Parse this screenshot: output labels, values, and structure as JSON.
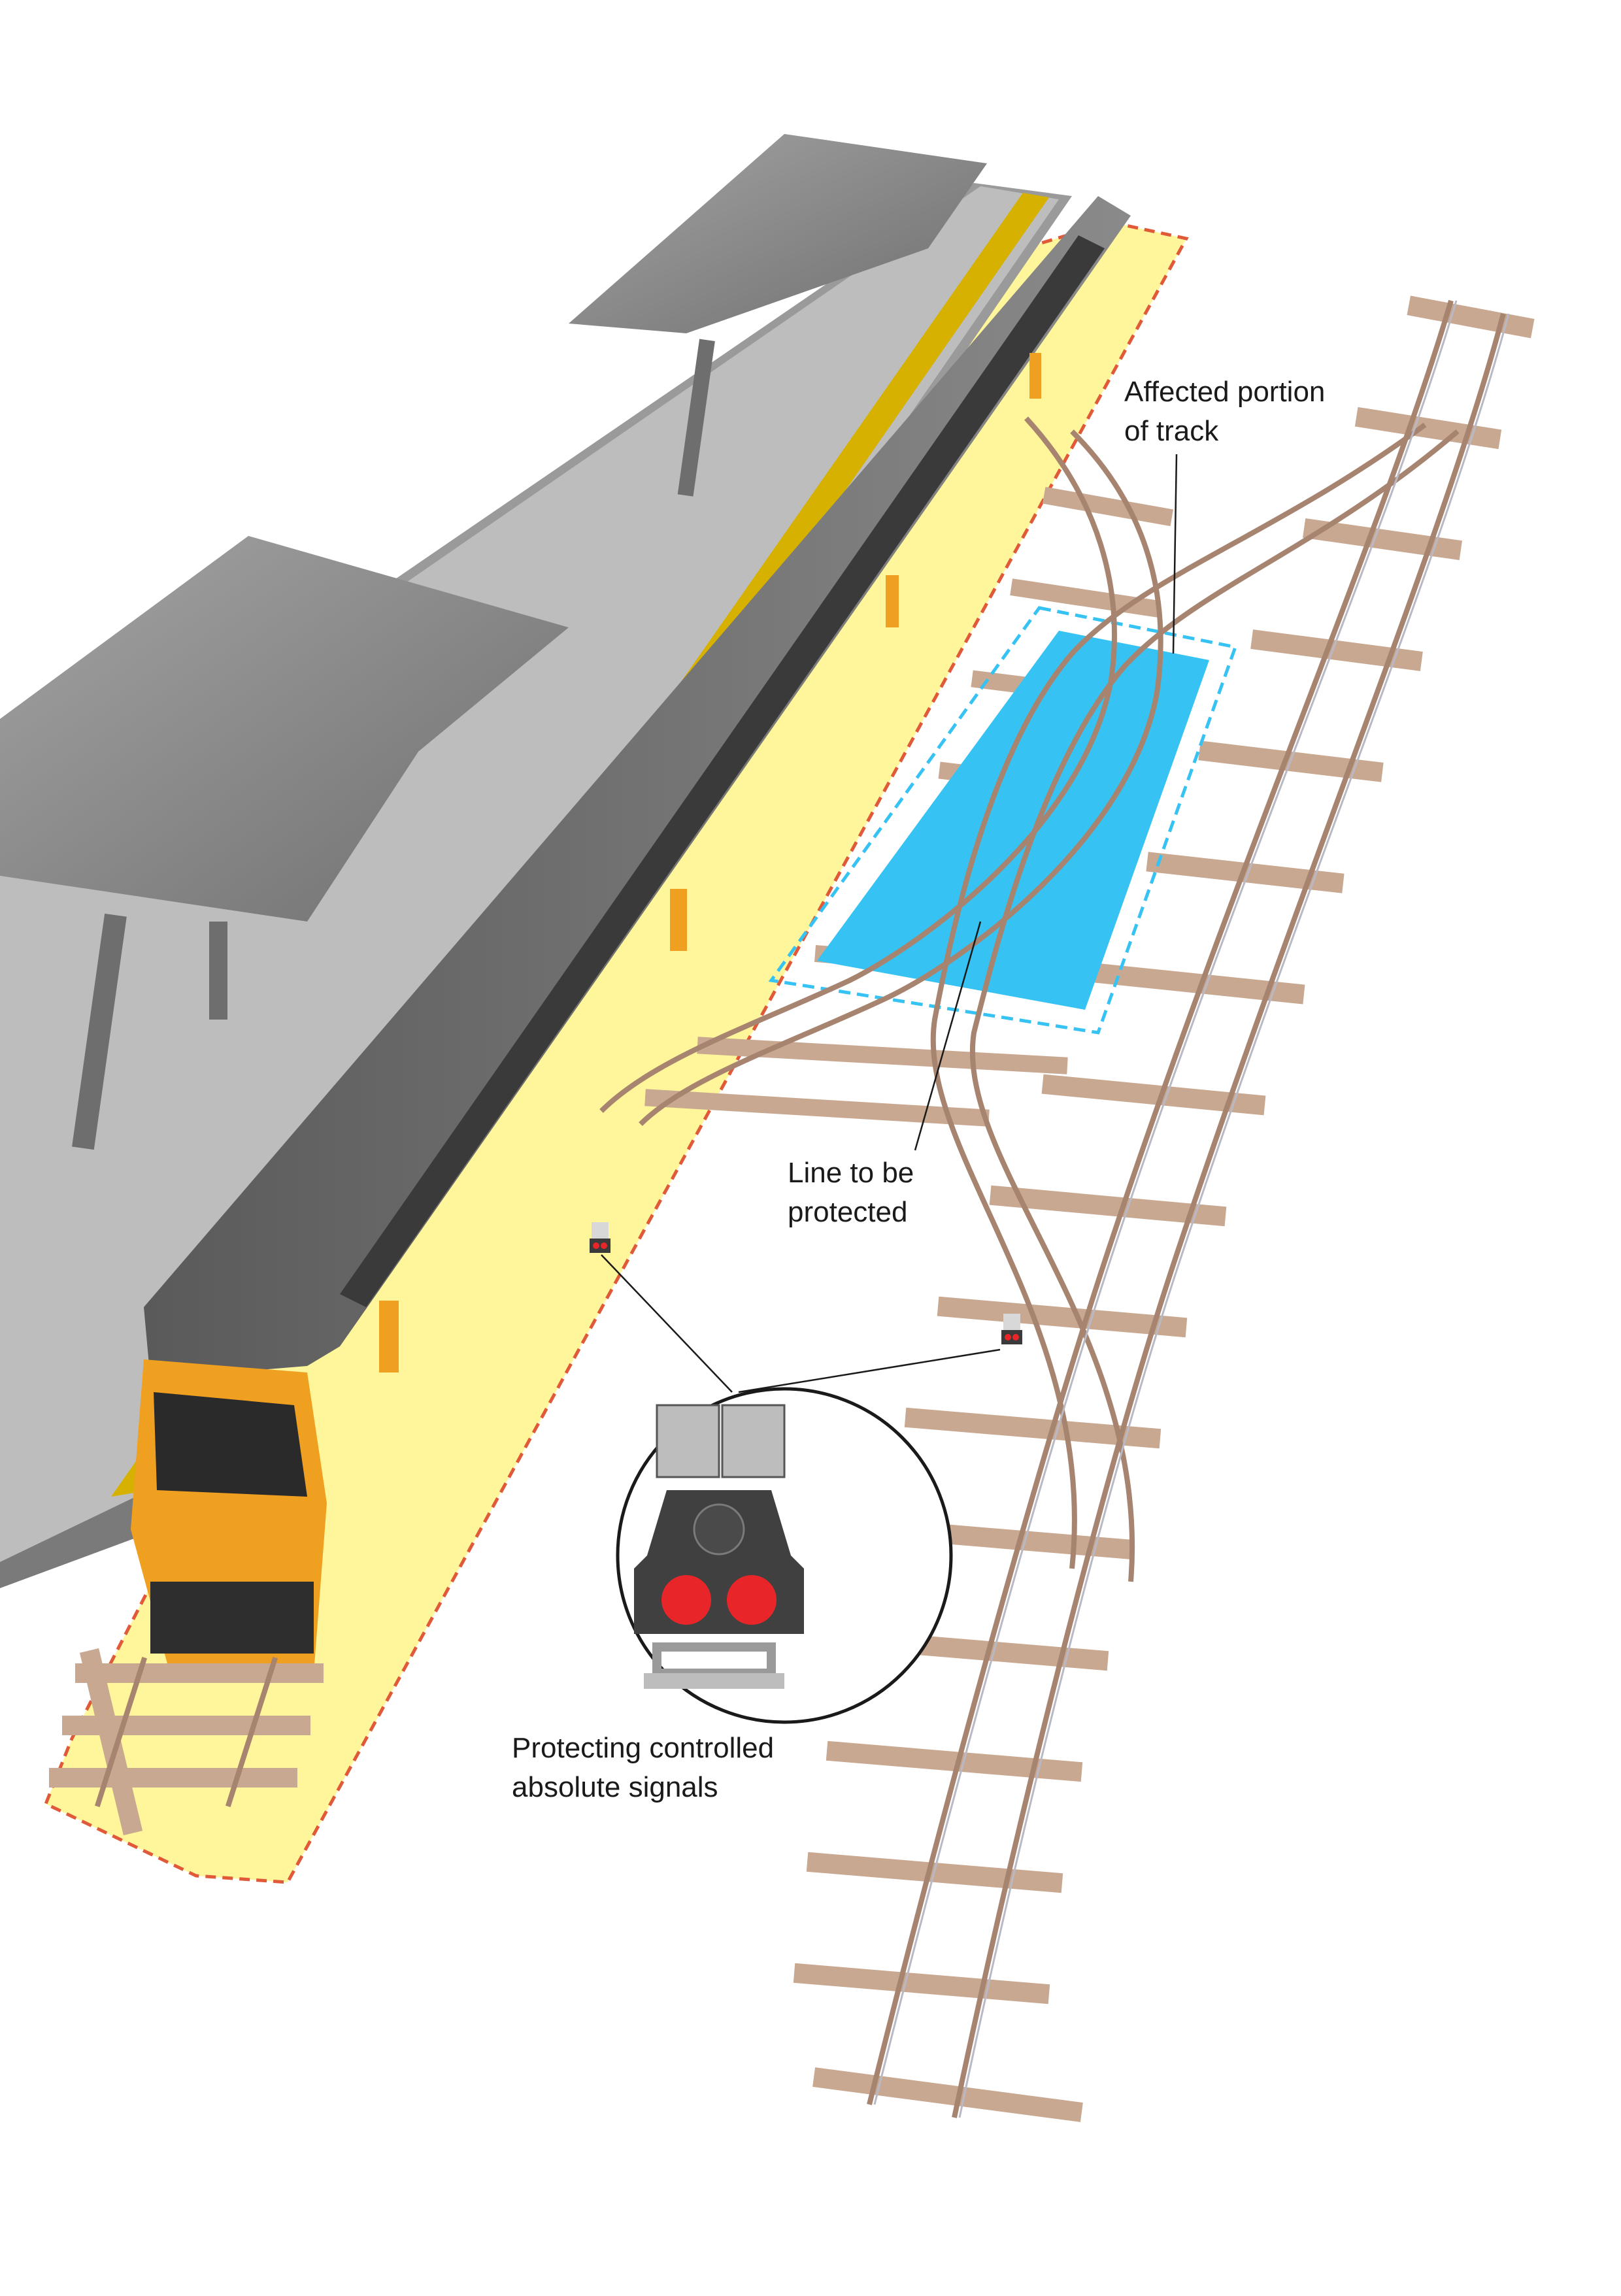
{
  "labels": {
    "affected": {
      "line1": "Affected portion",
      "line2": "of track"
    },
    "protected_line": {
      "line1": "Line to be",
      "line2": "protected"
    },
    "signals": {
      "line1": "Protecting controlled",
      "line2": "absolute signals"
    }
  },
  "colors": {
    "platform_zone": "#fff59a",
    "zone_border": "#e05a3a",
    "platform_edge": "#d6b100",
    "train_body": "#6b6b6b",
    "train_front": "#f0a020",
    "affected_area": "#36c3f3",
    "sleeper": "#c8a890",
    "rail": "#a78470",
    "signal_light": "#e8262a",
    "canopy": "#8c8c8c"
  }
}
